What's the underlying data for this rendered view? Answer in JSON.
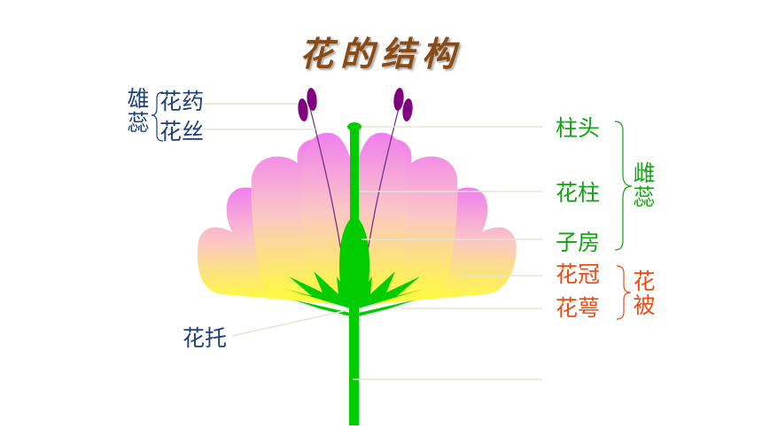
{
  "title": "花的结构",
  "left": {
    "group": "雄蕊",
    "anther": "花药",
    "filament": "花丝",
    "receptacle": "花托"
  },
  "right": {
    "stigma": "柱头",
    "style": "花柱",
    "ovary": "子房",
    "pistil_group": "雌蕊",
    "corolla": "花冠",
    "calyx": "花萼",
    "perianth_group": "花被"
  },
  "colors": {
    "title": "#8a4a14",
    "left_labels": "#1d3f7a",
    "pistil_labels": "#12a312",
    "perianth_labels": "#f04a10",
    "stem": "#00cc00",
    "anther": "#800080",
    "petal_top": "#f07ef0",
    "petal_bottom": "#ffff33"
  }
}
